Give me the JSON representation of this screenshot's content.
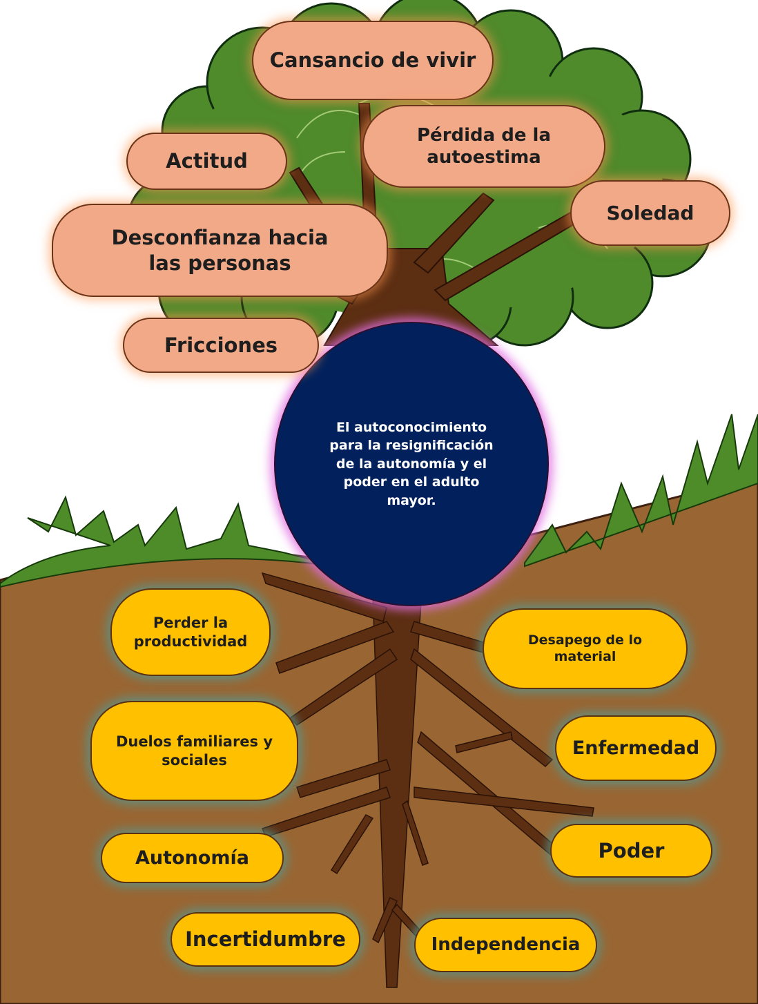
{
  "center": {
    "text": "El autoconocimiento para la resignificación de la autonomía y el poder en el adulto mayor."
  },
  "branches": [
    {
      "label": "Cansancio de vivir"
    },
    {
      "label": "Pérdida de la autoestima"
    },
    {
      "label": "Actitud"
    },
    {
      "label": "Soledad"
    },
    {
      "label": "Desconfianza hacia las personas"
    },
    {
      "label": "Fricciones"
    }
  ],
  "roots": [
    {
      "label": "Perder la productividad"
    },
    {
      "label": "Desapego de lo material"
    },
    {
      "label": "Duelos familiares y sociales"
    },
    {
      "label": "Enfermedad"
    },
    {
      "label": "Autonomía"
    },
    {
      "label": "Poder"
    },
    {
      "label": "Incertidumbre"
    },
    {
      "label": "Independencia"
    }
  ],
  "colors": {
    "canopy": "#4f8a2b",
    "grass": "#4e8c2a",
    "soil": "#996633",
    "trunk": "#5c2e12",
    "branch_node": "#f2a988",
    "root_node": "#ffc000",
    "center": "#02215c"
  },
  "icons": [
    "tree-canopy",
    "tree-trunk",
    "roots",
    "grass",
    "soil"
  ]
}
